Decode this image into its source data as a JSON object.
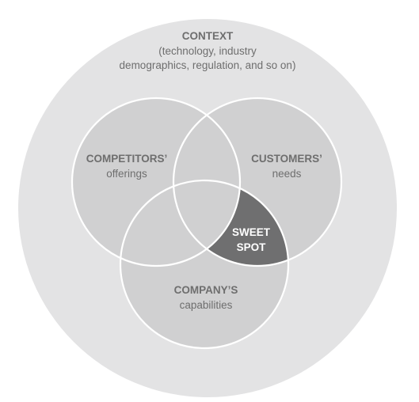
{
  "context": {
    "title": "CONTEXT",
    "subtitle_line1": "(technology, industry",
    "subtitle_line2": "demographics, regulation, and so on)"
  },
  "competitors": {
    "title": "COMPETITORS’",
    "subtitle": "offerings"
  },
  "customers": {
    "title": "CUSTOMERS’",
    "subtitle": "needs"
  },
  "company": {
    "title": "COMPANY’S",
    "subtitle": "capabilities"
  },
  "sweet_spot": {
    "line1": "SWEET",
    "line2": "SPOT"
  },
  "colors": {
    "outer_circle": "#e3e3e4",
    "inner_circles": "#d0d0d1",
    "sweet_spot": "#6f6f70",
    "circle_stroke": "#ffffff",
    "label_text": "#6e6e6e",
    "sweet_text": "#ffffff"
  }
}
